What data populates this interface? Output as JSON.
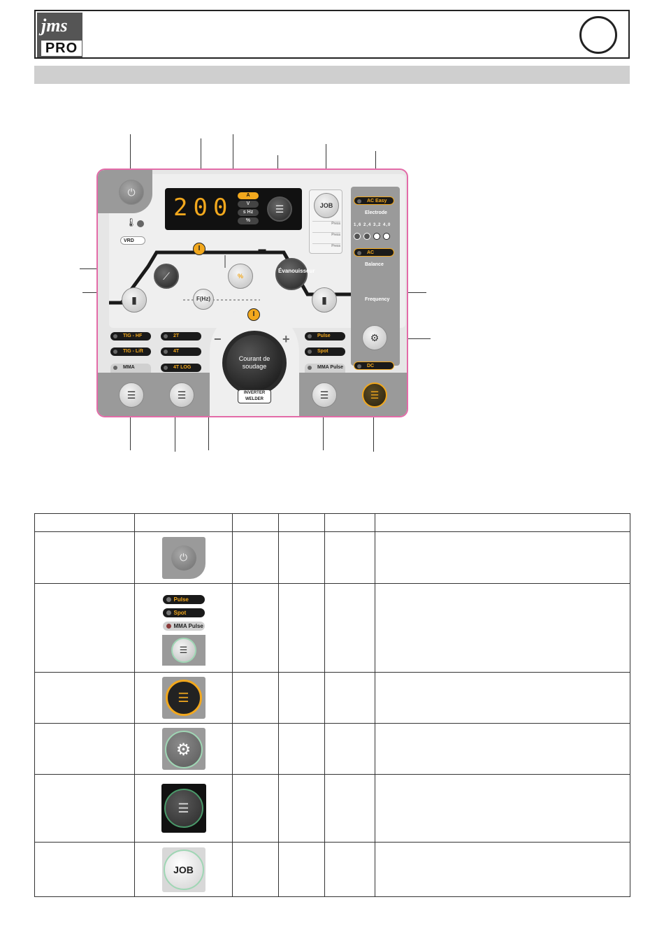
{
  "header": {
    "logo_top": "jms",
    "logo_bottom": "PRO"
  },
  "panel": {
    "display_value": "200",
    "units": [
      "A",
      "V",
      "s Hz",
      "%"
    ],
    "job_label": "JOB",
    "press_labels": [
      "Press",
      "Press",
      "Press"
    ],
    "evanouisseur_label": "Évanouisseur",
    "fhz_label": "F(Hz)",
    "i_badge": "I",
    "knob_label": "Courant de soudage",
    "inverter_label": "INVERTER WELDER",
    "minus": "−",
    "plus": "+",
    "vrd_label": "VRD",
    "pct_label": "%",
    "right_column": {
      "ac_easy": "AC Easy",
      "electrode": "Electrode",
      "electrode_sizes": [
        "1,6",
        "2,4",
        "3,2",
        "4,0"
      ],
      "ac": "AC",
      "balance": "Balance",
      "frequency": "Frequency",
      "dc": "DC"
    },
    "left_modes": [
      "TIG - HF",
      "TIG - Lift",
      "MMA"
    ],
    "trigger_modes": [
      "2T",
      "4T",
      "4T LOG"
    ],
    "right_modes": [
      "Pulse",
      "Spot",
      "MMA Pulse"
    ]
  },
  "table": {
    "row2_pills": [
      "Pulse",
      "Spot",
      "MMA Pulse"
    ],
    "job_label": "JOB"
  },
  "colors": {
    "accent": "#f2a81d",
    "panel_border": "#e36ba8",
    "header_bar": "#cfcfcf"
  },
  "icons": {
    "power": "power-icon",
    "menu": "menu-list-icon",
    "gear": "gear-icon",
    "torch": "torch-icon"
  }
}
